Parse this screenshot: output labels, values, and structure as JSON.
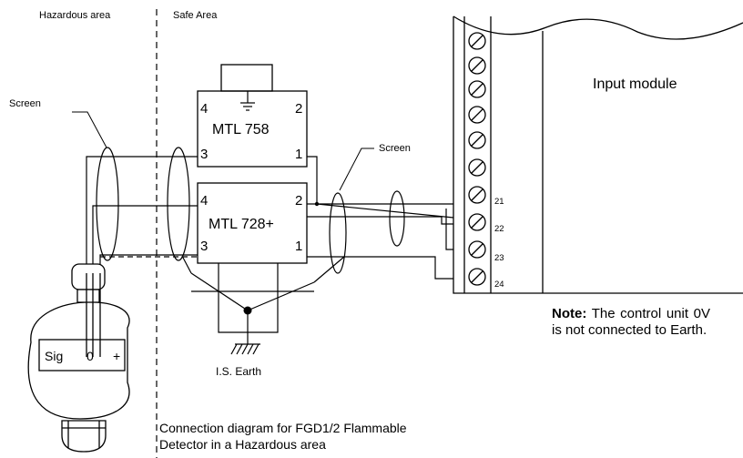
{
  "areas": {
    "hazardous": "Hazardous area",
    "safe": "Safe Area"
  },
  "labels": {
    "screen_left": "Screen",
    "screen_right": "Screen",
    "earth": "I.S. Earth"
  },
  "barrier_top": {
    "name": "MTL 758",
    "pins": [
      "4",
      "2",
      "3",
      "1"
    ]
  },
  "barrier_bottom": {
    "name": "MTL 728+",
    "pins": [
      "4",
      "2",
      "3",
      "1"
    ]
  },
  "detector": {
    "terminals": [
      "Sig",
      "0",
      "+"
    ]
  },
  "input_module": {
    "title": "Input module",
    "terminals": [
      "21",
      "22",
      "23",
      "24"
    ]
  },
  "note": {
    "heading": "Note:",
    "text": " The control unit 0V is not connected to Earth."
  },
  "caption": {
    "line1": "Connection diagram for FGD1/2 Flammable",
    "line2": "Detector in a Hazardous area"
  }
}
